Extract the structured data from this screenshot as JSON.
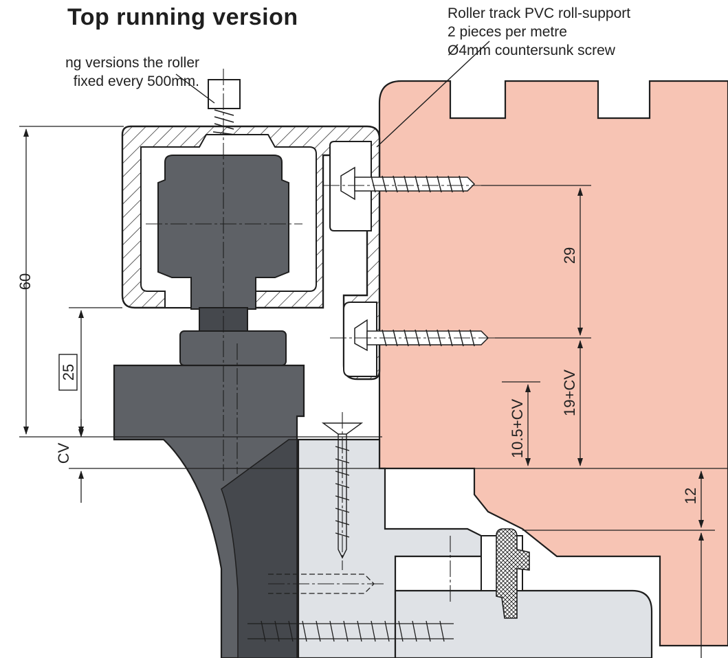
{
  "title": "Top running version",
  "notes": {
    "roll_support": [
      "Roller track PVC roll-support",
      "2 pieces per metre",
      "Ø4mm countersunk screw"
    ],
    "fixing": [
      "ng versions the roller",
      "fixed every 500mm."
    ]
  },
  "dimensions": {
    "overall_height": "60",
    "boxed": "25",
    "cv": "CV",
    "screw_spacing": "29",
    "upper_offset": "10.5+CV",
    "lower_offset": "19+CV",
    "step": "12"
  },
  "colors": {
    "timber": "#f7c4b4",
    "frame": "#dfe2e6",
    "carriage": "#5e6166",
    "carriage_dark": "#45484d",
    "line": "#1e1e1e"
  }
}
